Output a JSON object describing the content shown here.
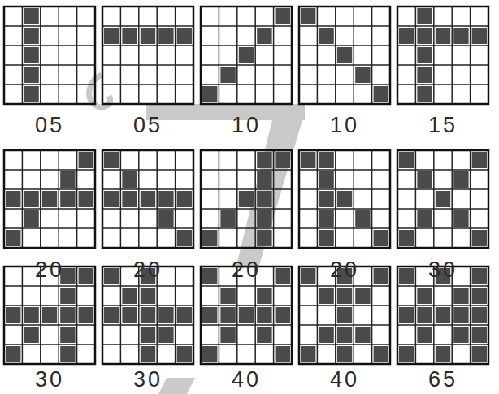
{
  "diagram": {
    "labels": [
      "05",
      "05",
      "10",
      "10",
      "15",
      "20",
      "20",
      "20",
      "20",
      "30",
      "30",
      "30",
      "40",
      "40",
      "65"
    ]
  }
}
